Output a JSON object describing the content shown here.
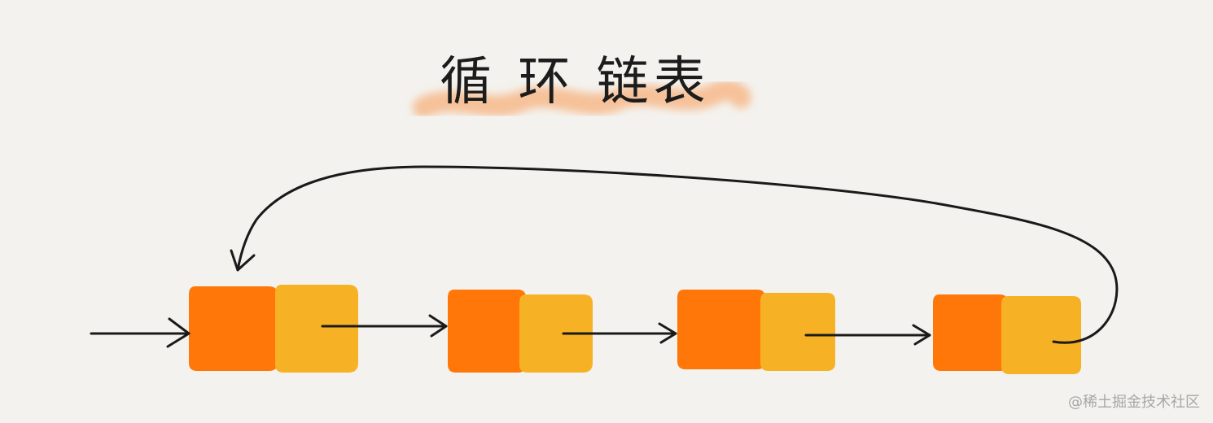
{
  "title": "循 环 链表",
  "watermark": "@稀土掘金技术社区",
  "diagram": {
    "type": "circular-linked-list",
    "node_count": 4,
    "has_head_pointer": true,
    "tail_links_back_to_head": true
  },
  "colors": {
    "background": "#f3f2ee",
    "data_cell": "#ff7708",
    "next_cell": "#f6b224",
    "highlight": "#f7b98b",
    "stroke": "#1a1a1a",
    "watermark": "#a7a7a7"
  }
}
